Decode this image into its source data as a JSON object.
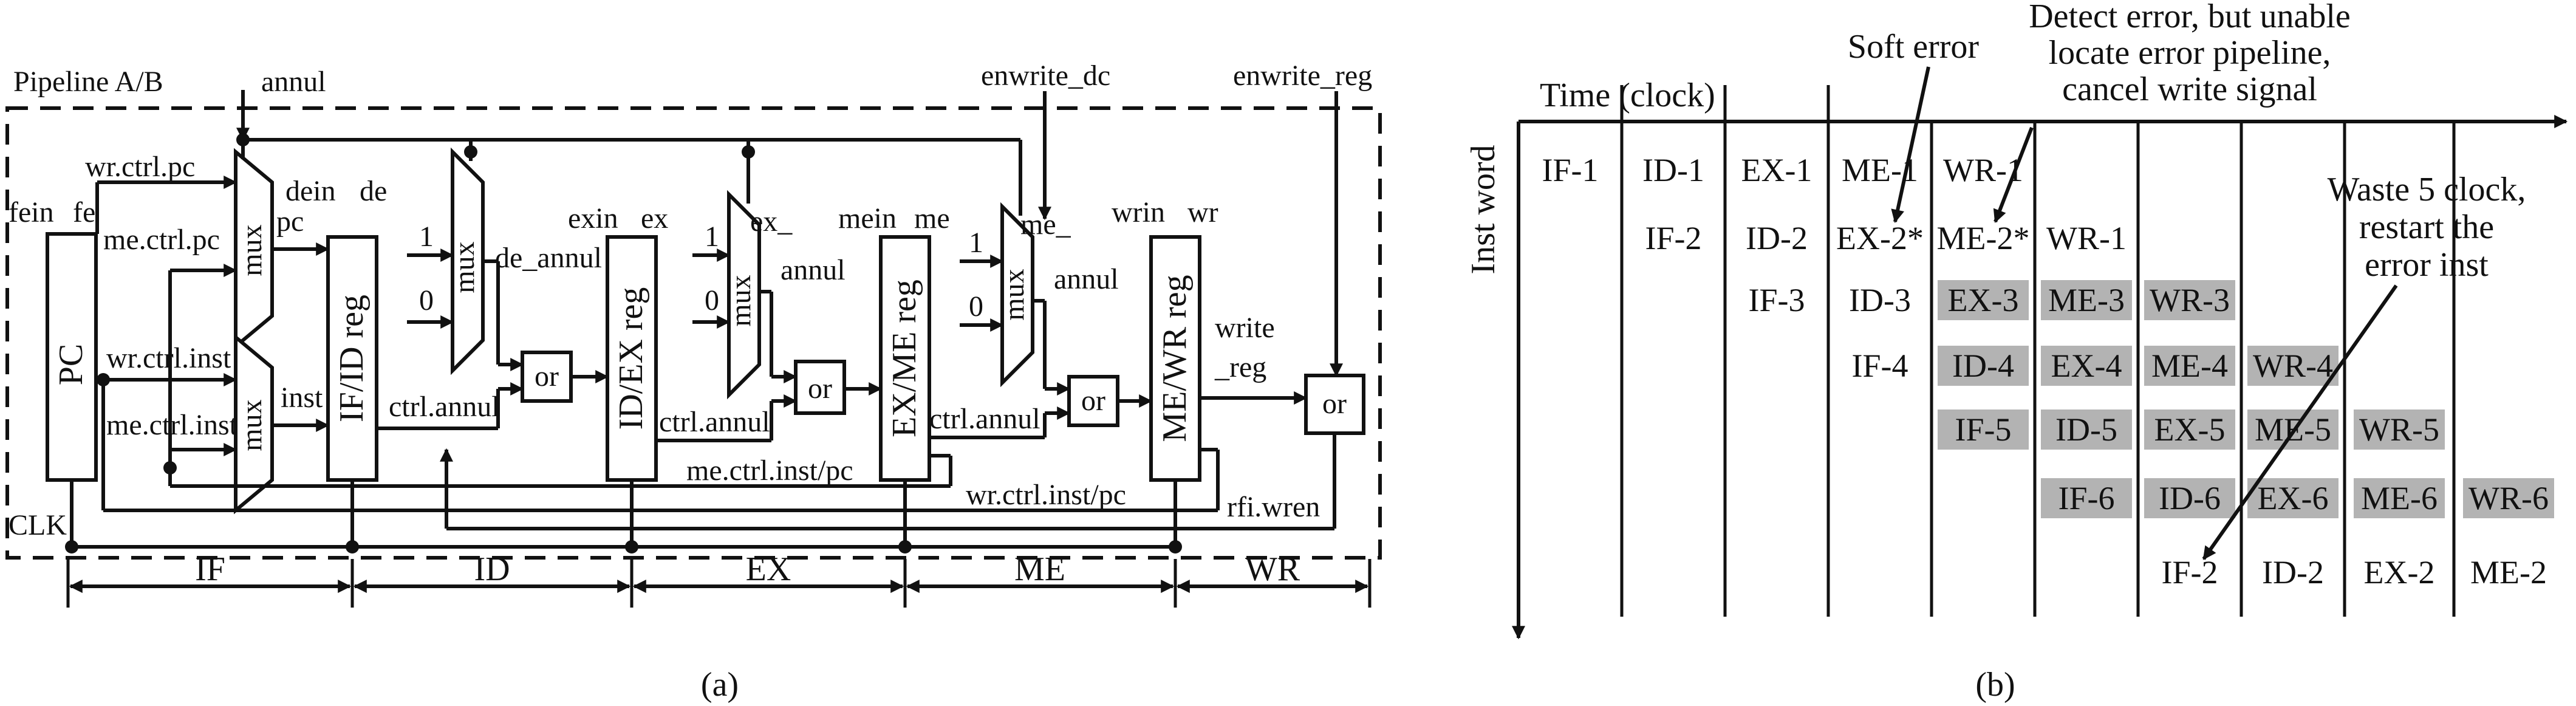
{
  "panel_a": {
    "caption": "(a)",
    "pipeline_label": "Pipeline A/B",
    "annul": "annul",
    "enwrite_dc": "enwrite_dc",
    "enwrite_reg": "enwrite_reg",
    "pc": "PC",
    "fein": "fein",
    "fe": "fe",
    "wr_ctrl_pc": "wr.ctrl.pc",
    "me_ctrl_pc": "me.ctrl.pc",
    "wr_ctrl_inst": "wr.ctrl.inst",
    "me_ctrl_inst": "me.ctrl.inst",
    "mux": "mux",
    "pc_out": "pc",
    "inst_out": "inst",
    "dein": "dein",
    "de": "de",
    "ifid": "IF/ID reg",
    "one": "1",
    "zero": "0",
    "de_annul": "de_annul",
    "or": "or",
    "ctrl_annul": "ctrl.annul",
    "exin": "exin",
    "ex": "ex",
    "idex": "ID/EX reg",
    "ex_annul_1": "ex_",
    "ex_annul_2": "annul",
    "mein": "mein",
    "me": "me",
    "exme": "EX/ME reg",
    "me_annul_1": "me_",
    "me_annul_2": "annul",
    "wrin": "wrin",
    "wr": "wr",
    "mewr": "ME/WR reg",
    "write_reg_1": "write",
    "write_reg_2": "_reg",
    "me_ctrl_inst_pc": "me.ctrl.inst/pc",
    "wr_ctrl_inst_pc": "wr.ctrl.inst/pc",
    "rfi_wren": "rfi.wren",
    "clk": "CLK",
    "stages": [
      "IF",
      "ID",
      "EX",
      "ME",
      "WR"
    ]
  },
  "panel_b": {
    "caption": "(b)",
    "time_label": "Time (clock)",
    "inst_word": "Inst word",
    "soft_error": "Soft error",
    "detect_1": "Detect error, but unable",
    "detect_2": "locate error pipeline,",
    "detect_3": "cancel write signal",
    "waste_1": "Waste 5 clock,",
    "waste_2": "restart the",
    "waste_3": "error inst",
    "rows": [
      [
        "IF-1",
        "ID-1",
        "EX-1",
        "ME-1",
        "WR-1",
        "",
        "",
        "",
        "",
        ""
      ],
      [
        "",
        "IF-2",
        "ID-2",
        "EX-2*",
        "ME-2*",
        "WR-1",
        "",
        "",
        "",
        ""
      ],
      [
        "",
        "",
        "IF-3",
        "ID-3",
        "EX-3",
        "ME-3",
        "WR-3",
        "",
        "",
        ""
      ],
      [
        "",
        "",
        "",
        "IF-4",
        "ID-4",
        "EX-4",
        "ME-4",
        "WR-4",
        "",
        ""
      ],
      [
        "",
        "",
        "",
        "",
        "IF-5",
        "ID-5",
        "EX-5",
        "ME-5",
        "WR-5",
        ""
      ],
      [
        "",
        "",
        "",
        "",
        "",
        "IF-6",
        "ID-6",
        "EX-6",
        "ME-6",
        "WR-6"
      ],
      [
        "",
        "",
        "",
        "",
        "",
        "",
        "IF-2",
        "ID-2",
        "EX-2",
        "ME-2"
      ]
    ],
    "shaded": [
      [
        2,
        4
      ],
      [
        2,
        5
      ],
      [
        2,
        6
      ],
      [
        3,
        4
      ],
      [
        3,
        5
      ],
      [
        3,
        6
      ],
      [
        3,
        7
      ],
      [
        4,
        4
      ],
      [
        4,
        5
      ],
      [
        4,
        6
      ],
      [
        4,
        7
      ],
      [
        4,
        8
      ],
      [
        5,
        5
      ],
      [
        5,
        6
      ],
      [
        5,
        7
      ],
      [
        5,
        8
      ],
      [
        5,
        9
      ]
    ],
    "shade_color": "#b3b3b3"
  }
}
